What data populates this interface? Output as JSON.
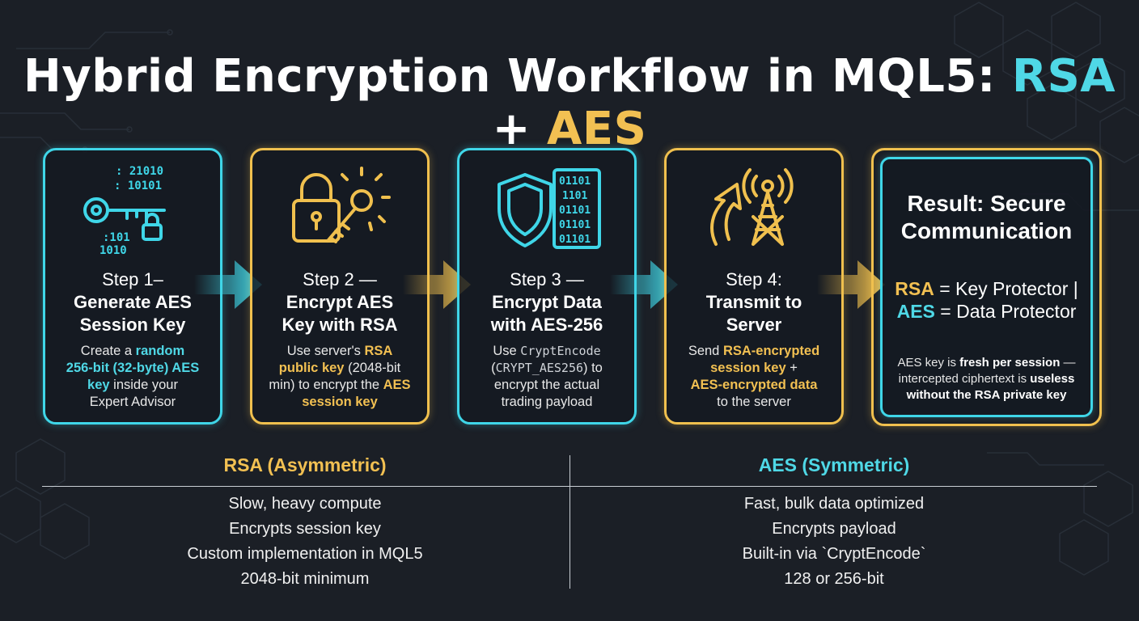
{
  "title": {
    "main": "Hybrid Encryption Workflow in MQL5:",
    "rsa": "RSA",
    "plus": "+",
    "aes": "AES"
  },
  "steps": [
    {
      "label": "Step 1–",
      "heading_line1": "Generate AES",
      "heading_line2": "Session Key",
      "desc": {
        "t1": "Create a ",
        "h1": "random",
        "h2": "256-bit (32-byte) AES",
        "h3": "key",
        "t2": " inside your",
        "t3": "Expert Advisor"
      },
      "icon": "key-binary-lock-icon",
      "color": "#3fd6e8"
    },
    {
      "label": "Step 2 —",
      "heading_line1": "Encrypt AES",
      "heading_line2": "Key with RSA",
      "desc": {
        "t1": "Use server's ",
        "h1": "RSA",
        "h2": "public key",
        "t2": " (2048-bit",
        "t3": "min) to encrypt the ",
        "h3": "AES",
        "h4": "session key"
      },
      "icon": "padlock-key-icon",
      "color": "#f0c04e"
    },
    {
      "label": "Step 3 —",
      "heading_line1": "Encrypt Data",
      "heading_line2": "with AES-256",
      "desc": {
        "t1": "Use ",
        "m1": "CryptEncode",
        "t2": "(",
        "m2": "CRYPT_AES256",
        "t3": ") to",
        "t4": "encrypt the actual",
        "t5": "trading payload"
      },
      "icon": "shield-binary-icon",
      "color": "#3fd6e8"
    },
    {
      "label": "Step 4:",
      "heading_line1": "Transmit to",
      "heading_line2": "Server",
      "desc": {
        "t1": "Send ",
        "h1": "RSA-encrypted",
        "h2": "session key",
        "t2": " +",
        "h3": "AES-encrypted data",
        "t3": "to the server"
      },
      "icon": "upload-tower-icon",
      "color": "#f0c04e"
    }
  ],
  "result": {
    "title_line1": "Result: Secure",
    "title_line2": "Communication",
    "line1_key": "RSA",
    "line1_text": " = Key Protector |",
    "line2_key": "AES",
    "line2_text": " = Data Protector",
    "note": {
      "t1": "AES key is ",
      "b1": "fresh per session",
      "t2": " —",
      "t3": "intercepted ciphertext is ",
      "b2": "useless",
      "b3": "without the RSA private key"
    }
  },
  "comparison": {
    "rsa": {
      "heading": "RSA (Asymmetric)",
      "items": [
        "Slow, heavy compute",
        "Encrypts session key",
        "Custom implementation in MQL5",
        "2048-bit minimum"
      ]
    },
    "aes": {
      "heading": "AES (Symmetric)",
      "items": [
        "Fast, bulk data optimized",
        "Encrypts payload",
        "Built-in via `CryptEncode`",
        "128 or 256-bit"
      ]
    }
  },
  "colors": {
    "cyan": "#3fd6e8",
    "gold": "#f0c04e",
    "background": "#1b1f26"
  }
}
